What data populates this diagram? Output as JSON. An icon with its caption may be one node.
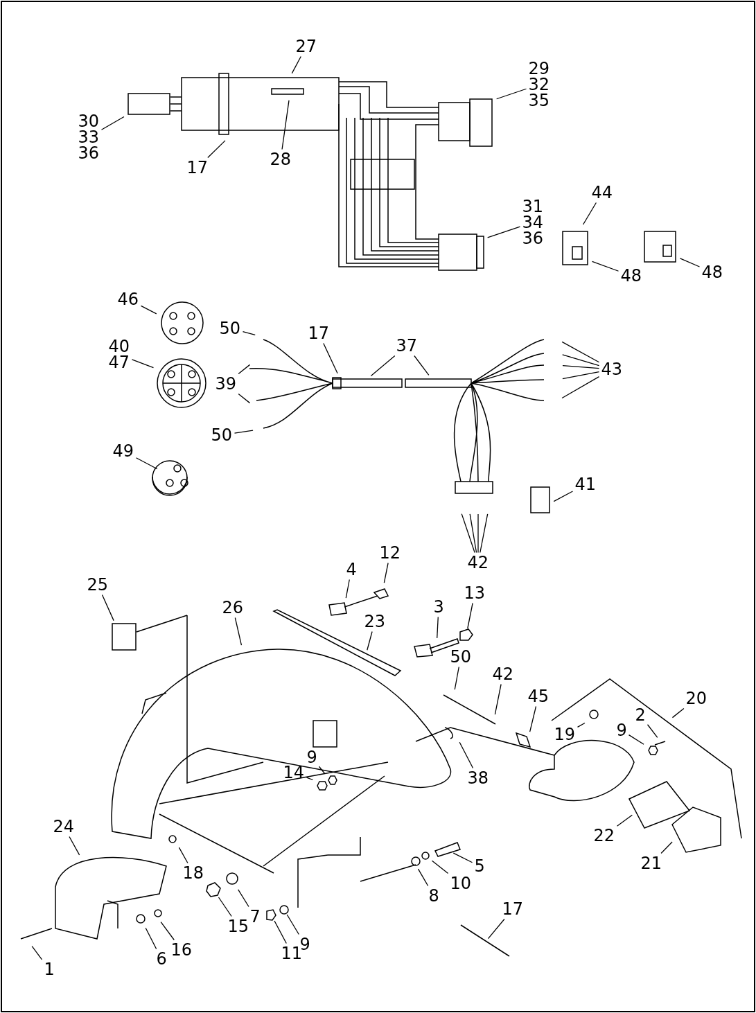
{
  "diagram": {
    "nodes": [
      {
        "text": [
          "27"
        ]
      },
      {
        "text": [
          "29 32 35"
        ]
      },
      {
        "text": [
          "30 33 36"
        ]
      },
      {
        "text": [
          "17"
        ]
      },
      {
        "text": [
          "28"
        ]
      },
      {
        "text": [
          "44"
        ]
      },
      {
        "text": [
          "31 34 36"
        ]
      },
      {
        "text": [
          "48"
        ]
      },
      {
        "text": [
          "48"
        ]
      },
      {
        "text": [
          "46"
        ]
      },
      {
        "text": [
          "50"
        ]
      },
      {
        "text": [
          "17"
        ]
      },
      {
        "text": [
          "37"
        ]
      },
      {
        "text": [
          "40 47"
        ]
      },
      {
        "text": [
          "43"
        ]
      },
      {
        "text": [
          "39"
        ]
      },
      {
        "text": [
          "50"
        ]
      },
      {
        "text": [
          "49"
        ]
      },
      {
        "text": [
          "41"
        ]
      },
      {
        "text": [
          "42"
        ]
      },
      {
        "text": [
          "12"
        ]
      },
      {
        "text": [
          "4"
        ]
      },
      {
        "text": [
          "25"
        ]
      },
      {
        "text": [
          "13"
        ]
      },
      {
        "text": [
          "26"
        ]
      },
      {
        "text": [
          "3"
        ]
      },
      {
        "text": [
          "23"
        ]
      },
      {
        "text": [
          "50"
        ]
      },
      {
        "text": [
          "42"
        ]
      },
      {
        "text": [
          "45"
        ]
      },
      {
        "text": [
          "20"
        ]
      },
      {
        "text": [
          "2"
        ]
      },
      {
        "text": [
          "19"
        ]
      },
      {
        "text": [
          "9"
        ]
      },
      {
        "text": [
          "9"
        ]
      },
      {
        "text": [
          "14"
        ]
      },
      {
        "text": [
          "38"
        ]
      },
      {
        "text": [
          "24"
        ]
      },
      {
        "text": [
          "22"
        ]
      },
      {
        "text": [
          "21"
        ]
      },
      {
        "text": [
          "5"
        ]
      },
      {
        "text": [
          "18"
        ]
      },
      {
        "text": [
          "10"
        ]
      },
      {
        "text": [
          "8"
        ]
      },
      {
        "text": [
          "17"
        ]
      },
      {
        "text": [
          "7"
        ]
      },
      {
        "text": [
          "15"
        ]
      },
      {
        "text": [
          "16"
        ]
      },
      {
        "text": [
          "9"
        ]
      },
      {
        "text": [
          "6"
        ]
      },
      {
        "text": [
          "11"
        ]
      },
      {
        "text": [
          "1"
        ]
      },
      {
        "text": [],
        "shape": "picture"
      },
      {
        "text": [],
        "shape": "picture"
      },
      {
        "text": [],
        "shape": "picture"
      },
      {
        "text": [],
        "shape": "circle"
      },
      {
        "text": [],
        "shape": "picture"
      }
    ],
    "edges": [
      {
        "from": 0,
        "to": null,
        "arrow": "none"
      },
      {
        "from": 1,
        "to": null,
        "arrow": "none"
      },
      {
        "from": 2,
        "to": null,
        "arrow": "none"
      },
      {
        "from": 3,
        "to": null,
        "arrow": "none"
      },
      {
        "from": 4,
        "to": null,
        "arrow": "none"
      },
      {
        "from": 5,
        "to": null,
        "arrow": "none"
      },
      {
        "from": 6,
        "to": null,
        "arrow": "none"
      },
      {
        "from": 7,
        "to": null,
        "arrow": "none"
      },
      {
        "from": 8,
        "to": null,
        "arrow": "none"
      },
      {
        "from": 9,
        "to": null,
        "arrow": "none"
      },
      {
        "from": 10,
        "to": null,
        "arrow": "none"
      },
      {
        "from": 11,
        "to": null,
        "arrow": "none"
      },
      {
        "from": 12,
        "to": null,
        "arrow": "none"
      },
      {
        "from": 12,
        "to": null,
        "arrow": "none"
      },
      {
        "from": 13,
        "to": null,
        "arrow": "none"
      },
      {
        "from": 14,
        "to": null,
        "arrow": "none"
      },
      {
        "from": 14,
        "to": null,
        "arrow": "none"
      },
      {
        "from": 14,
        "to": null,
        "arrow": "none"
      },
      {
        "from": 14,
        "to": null,
        "arrow": "none"
      },
      {
        "from": 14,
        "to": null,
        "arrow": "none"
      },
      {
        "from": 15,
        "to": null,
        "arrow": "none"
      },
      {
        "from": 15,
        "to": null,
        "arrow": "none"
      },
      {
        "from": 16,
        "to": null,
        "arrow": "none"
      },
      {
        "from": 17,
        "to": null,
        "arrow": "none"
      },
      {
        "from": 18,
        "to": null,
        "arrow": "none"
      },
      {
        "from": 19,
        "to": null,
        "arrow": "none"
      },
      {
        "from": 19,
        "to": null,
        "arrow": "none"
      },
      {
        "from": 19,
        "to": null,
        "arrow": "none"
      },
      {
        "from": 19,
        "to": null,
        "arrow": "none"
      },
      {
        "from": 20,
        "to": null,
        "arrow": "none"
      },
      {
        "from": 21,
        "to": null,
        "arrow": "none"
      },
      {
        "from": 22,
        "to": null,
        "arrow": "none"
      },
      {
        "from": 23,
        "to": 52,
        "arrow": "none"
      },
      {
        "from": 24,
        "to": null,
        "arrow": "none"
      },
      {
        "from": 25,
        "to": 53,
        "arrow": "none"
      },
      {
        "from": 26,
        "to": null,
        "arrow": "none"
      },
      {
        "from": 27,
        "to": null,
        "arrow": "none"
      },
      {
        "from": 28,
        "to": null,
        "arrow": "none"
      },
      {
        "from": 29,
        "to": null,
        "arrow": "none"
      },
      {
        "from": 30,
        "to": null,
        "arrow": "none"
      },
      {
        "from": 31,
        "to": null,
        "arrow": "none"
      },
      {
        "from": 32,
        "to": null,
        "arrow": "none"
      },
      {
        "from": 33,
        "to": null,
        "arrow": "none"
      },
      {
        "from": 34,
        "to": null,
        "arrow": "none"
      },
      {
        "from": 35,
        "to": null,
        "arrow": "none"
      },
      {
        "from": 36,
        "to": null,
        "arrow": "none"
      },
      {
        "from": 37,
        "to": null,
        "arrow": "none"
      },
      {
        "from": 38,
        "to": null,
        "arrow": "none"
      },
      {
        "from": 39,
        "to": null,
        "arrow": "none"
      },
      {
        "from": 40,
        "to": null,
        "arrow": "none"
      },
      {
        "from": 41,
        "to": null,
        "arrow": "none"
      },
      {
        "from": 42,
        "to": null,
        "arrow": "none"
      },
      {
        "from": 43,
        "to": null,
        "arrow": "none"
      },
      {
        "from": 44,
        "to": null,
        "arrow": "none"
      },
      {
        "from": 45,
        "to": null,
        "arrow": "none"
      },
      {
        "from": 46,
        "to": 54,
        "arrow": "none"
      },
      {
        "from": 47,
        "to": null,
        "arrow": "none"
      },
      {
        "from": 48,
        "to": 55,
        "arrow": "none"
      },
      {
        "from": 49,
        "to": null,
        "arrow": "none"
      },
      {
        "from": 50,
        "to": 56,
        "arrow": "none"
      },
      {
        "from": 51,
        "to": null,
        "arrow": "none"
      }
    ]
  }
}
